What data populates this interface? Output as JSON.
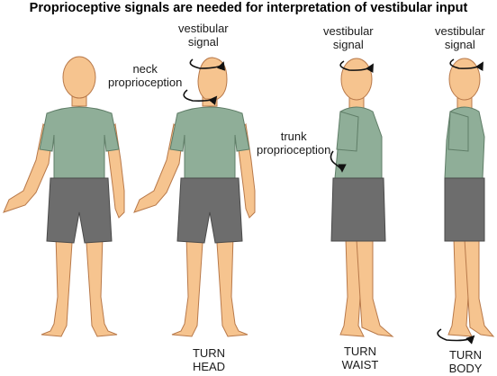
{
  "title": "Proprioceptive signals are needed for interpretation of vestibular input",
  "labels": {
    "vestibular_1": [
      "vestibular",
      "signal"
    ],
    "neck": [
      "neck",
      "proprioception"
    ],
    "vestibular_2": [
      "vestibular",
      "signal"
    ],
    "trunk": [
      "trunk",
      "proprioception"
    ],
    "vestibular_3": [
      "vestibular",
      "signal"
    ]
  },
  "captions": {
    "head": [
      "TURN",
      "HEAD"
    ],
    "waist": [
      "TURN",
      "WAIST"
    ],
    "body": [
      "TURN",
      "BODY"
    ]
  },
  "colors": {
    "skin": "#f6c48f",
    "skin_line": "#b8794a",
    "shirt": "#8fae98",
    "shirt_line": "#5f7d67",
    "shorts": "#6d6d6d",
    "shorts_line": "#4a4a4a",
    "arrow": "#111111"
  }
}
